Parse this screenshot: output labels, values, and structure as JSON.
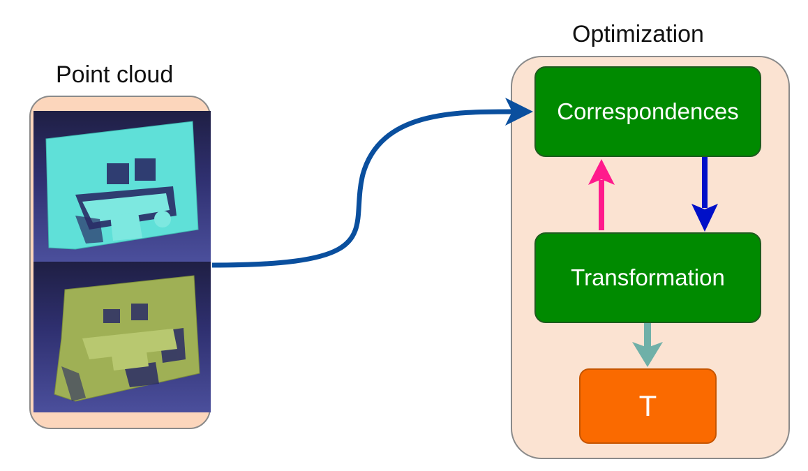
{
  "point_cloud": {
    "title": "Point cloud",
    "top_scan_color": "#5fe0d8",
    "bottom_scan_color": "#9fb055"
  },
  "optimization": {
    "title": "Optimization",
    "correspondences_label": "Correspondences",
    "transformation_label": "Transformation",
    "output_label": "T"
  },
  "colors": {
    "panel_fill": "#fbe3d2",
    "box_green": "#008a00",
    "box_orange": "#fa6a00",
    "main_arrow": "#0a4f9e",
    "up_arrow": "#ff1a8c",
    "down_arrow": "#0010c8",
    "output_arrow": "#6fb0a8"
  }
}
